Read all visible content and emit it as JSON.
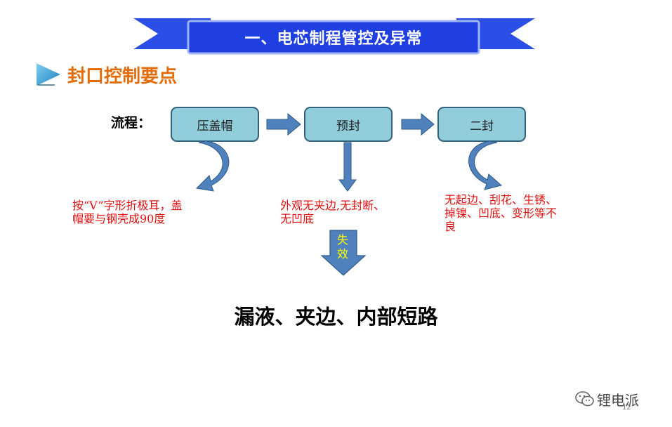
{
  "banner": {
    "title": "一、电芯制程管控及异常"
  },
  "section": {
    "heading": "封口控制要点",
    "icon": "play-triangle-icon"
  },
  "flow": {
    "label": "流程：",
    "steps": [
      {
        "label": "压盖帽",
        "note": [
          "按“V”字形折极耳，盖",
          "帽要与钢壳成90度"
        ]
      },
      {
        "label": "预封",
        "note": [
          "外观无夹边,无封断、",
          "无凹底"
        ]
      },
      {
        "label": "二封",
        "note": [
          "无起边、刮花、生锈、",
          "掉镍、凹底、变形等不",
          "良"
        ]
      }
    ]
  },
  "failure": {
    "label_line1": "失",
    "label_line2": "效"
  },
  "result": {
    "text": "漏液、夹边、内部短路"
  },
  "watermark": {
    "text": "锂电派",
    "icon": "wechat-icon",
    "page_number": "12"
  },
  "colors": {
    "banner_blue": "#1f3fe0",
    "box_fill": "#92cddc",
    "arrow_blue": "#4f81bd",
    "note_red": "#e01010",
    "heading_orange": "#e36c09"
  }
}
